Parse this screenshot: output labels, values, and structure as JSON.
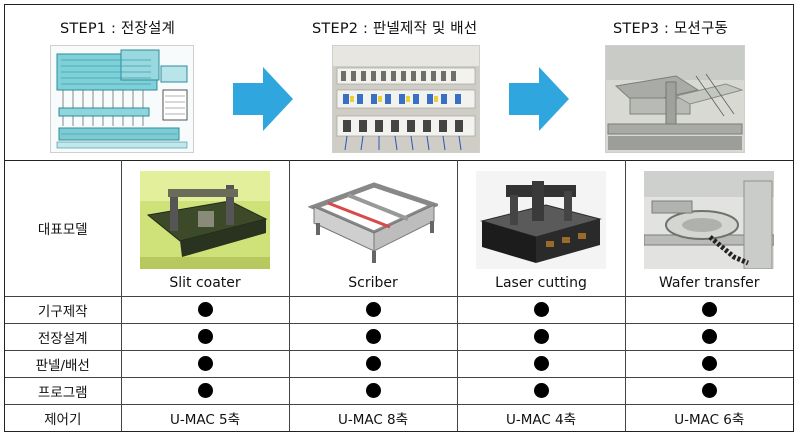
{
  "steps": [
    {
      "title": "STEP1 : 전장설계",
      "image": "electrical-schematic-image"
    },
    {
      "title": "STEP2 : 판넬제작 및 배선",
      "image": "control-panel-wiring-photo"
    },
    {
      "title": "STEP3 : 모션구동",
      "image": "motion-robot-photo"
    }
  ],
  "arrows": {
    "color": "#2fa7de",
    "icon": "right-arrow-icon"
  },
  "table": {
    "header_label": "대표모델",
    "models": [
      {
        "name": "Slit coater",
        "image": "slit-coater-photo"
      },
      {
        "name": "Scriber",
        "image": "scriber-render"
      },
      {
        "name": "Laser cutting",
        "image": "laser-cutting-render"
      },
      {
        "name": "Wafer transfer",
        "image": "wafer-transfer-photo"
      }
    ],
    "rows": [
      {
        "label": "기구제작",
        "marks": [
          "●",
          "●",
          "●",
          "●"
        ]
      },
      {
        "label": "전장설계",
        "marks": [
          "●",
          "●",
          "●",
          "●"
        ]
      },
      {
        "label": "판넬/배선",
        "marks": [
          "●",
          "●",
          "●",
          "●"
        ]
      },
      {
        "label": "프로그램",
        "marks": [
          "●",
          "●",
          "●",
          "●"
        ]
      }
    ],
    "controller_row": {
      "label": "제어기",
      "values": [
        "U-MAC 5축",
        "U-MAC 8축",
        "U-MAC 4축",
        "U-MAC 6축"
      ]
    }
  }
}
